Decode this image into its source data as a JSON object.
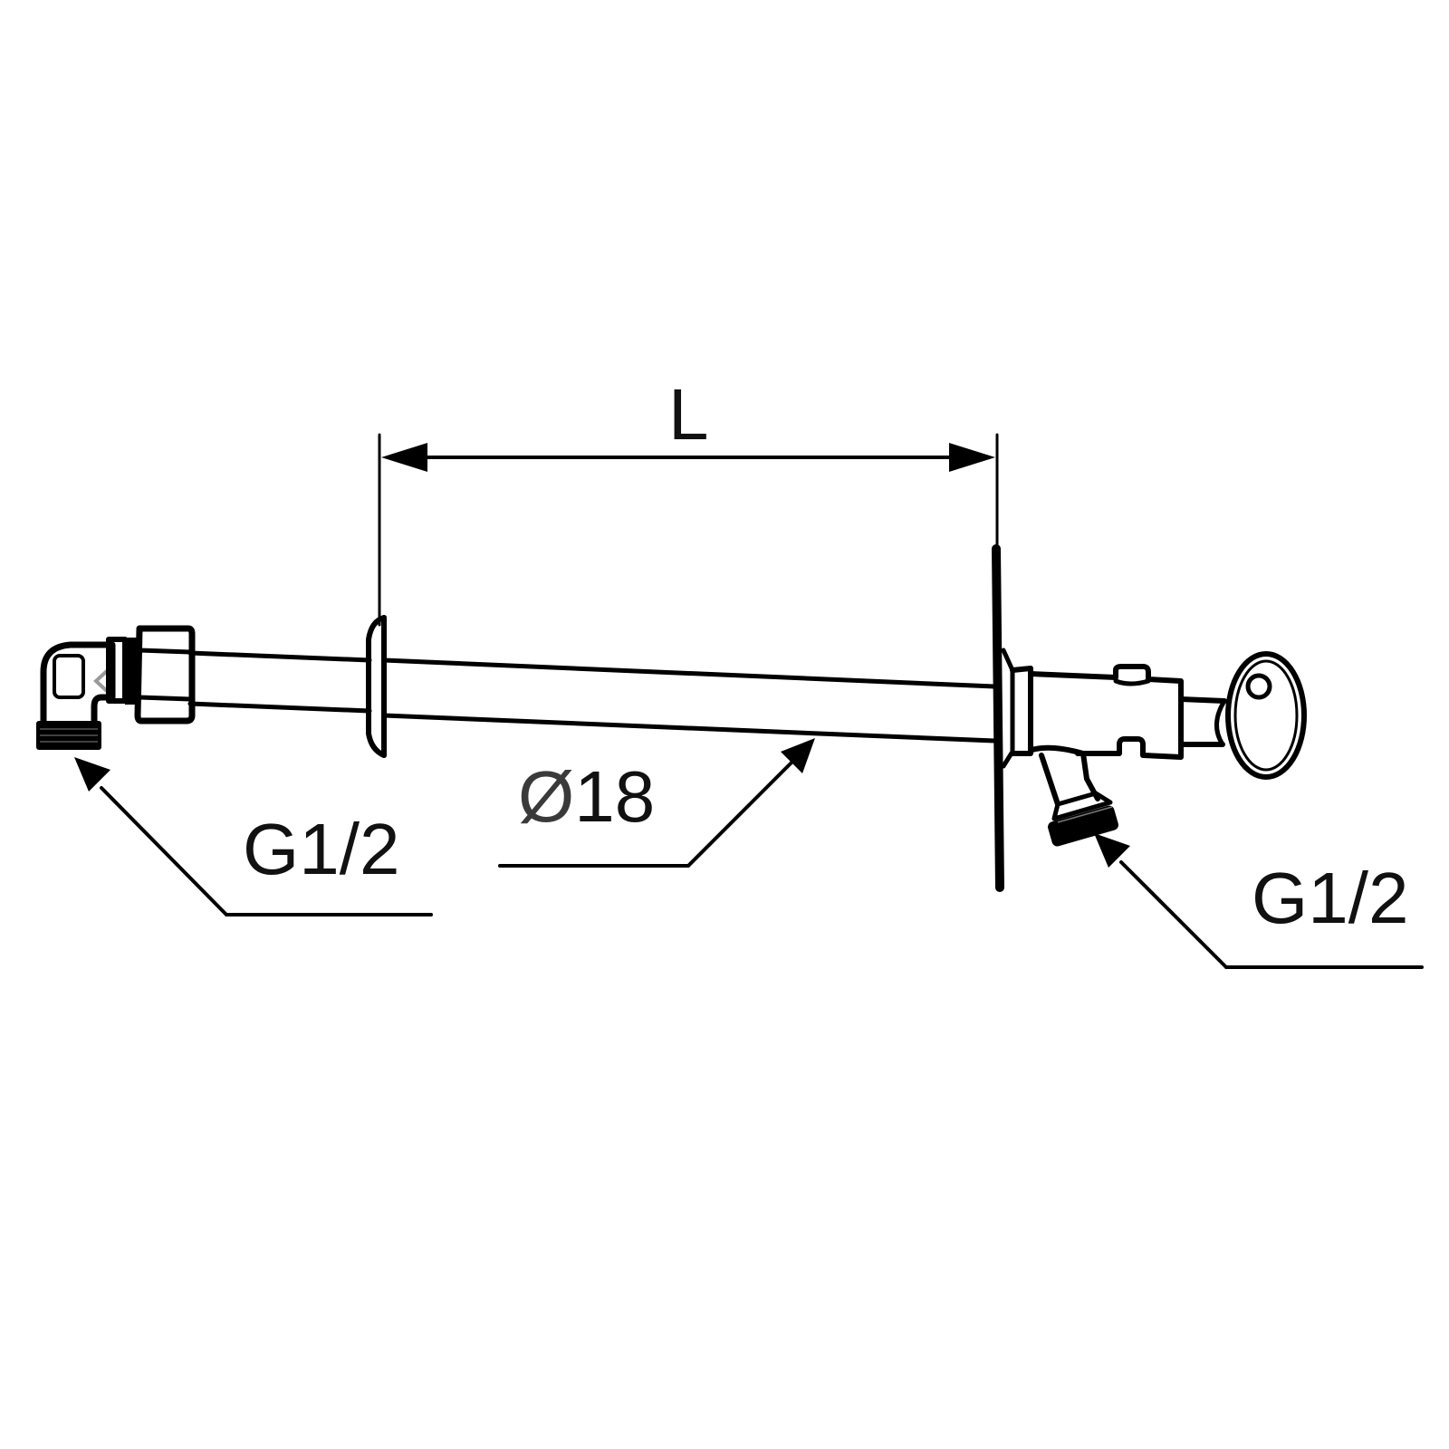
{
  "drawing": {
    "subject": "Frost-proof wall faucet with key handle and pipe",
    "colors": {
      "line": "#000000",
      "background": "#ffffff",
      "text": "#111111",
      "marker": "#9a9a9a"
    }
  },
  "dimensions": {
    "length": {
      "label": "L"
    },
    "diameter": {
      "symbol": "Ø",
      "value": "18"
    },
    "thread_inlet": {
      "label": "G1/2"
    },
    "thread_outlet": {
      "label": "G1/2"
    }
  },
  "components": [
    {
      "name": "elbow-inlet-fitting"
    },
    {
      "name": "compression-nut"
    },
    {
      "name": "pipe"
    },
    {
      "name": "inner-wall-rosette"
    },
    {
      "name": "outer-wall-flange"
    },
    {
      "name": "valve-body"
    },
    {
      "name": "hose-outlet-spout"
    },
    {
      "name": "key-handle"
    }
  ]
}
